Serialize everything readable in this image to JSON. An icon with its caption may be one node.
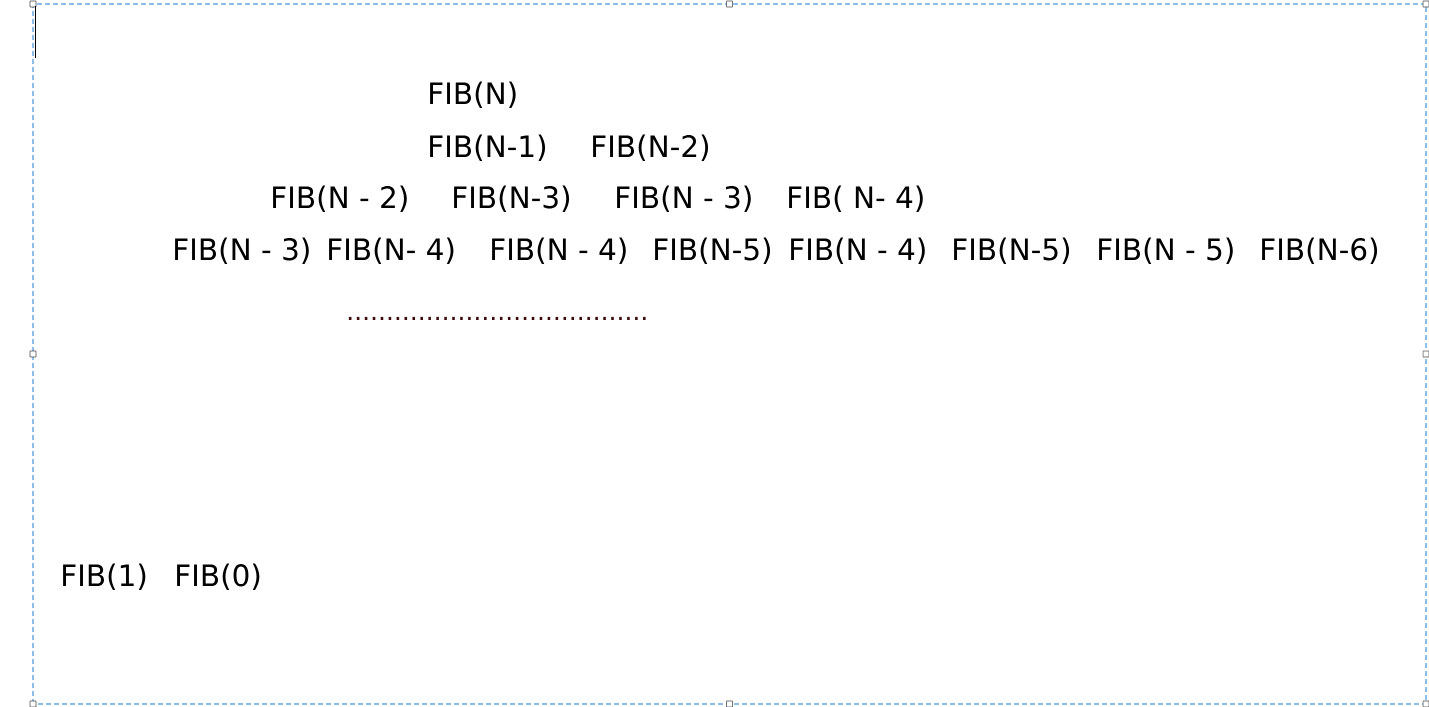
{
  "diagram": {
    "labels": [
      "FIB(N)",
      "FIB(N-1)",
      "FIB(N-2)",
      "FIB(N - 2)",
      "FIB(N-3)",
      "FIB(N - 3)",
      "FIB( N- 4)",
      "FIB(N - 3)",
      "FIB(N- 4)",
      "FIB(N - 4)",
      "FIB(N-5)",
      "FIB(N - 4)",
      "FIB(N-5)",
      "FIB(N - 5)",
      "FIB(N-6)",
      "......................................",
      "FIB(1)",
      "FIB(0)"
    ]
  }
}
